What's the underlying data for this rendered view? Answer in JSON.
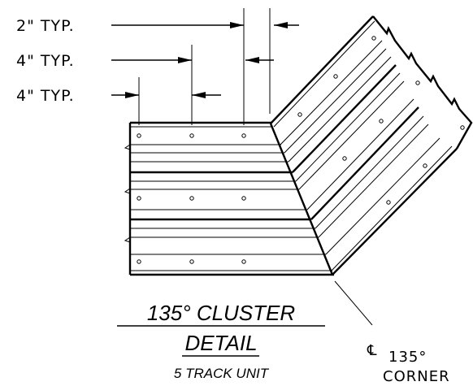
{
  "dimensions": {
    "two_inch_label": "2\" TYP.",
    "four_inch_label_1": "4\" TYP.",
    "four_inch_label_2": "4\" TYP."
  },
  "title": {
    "line1": "135° CLUSTER",
    "line2": "DETAIL",
    "subtitle": "5 TRACK UNIT"
  },
  "centerline": {
    "symbol": "℄",
    "angle_label": "135°",
    "corner_label": "CORNER"
  }
}
